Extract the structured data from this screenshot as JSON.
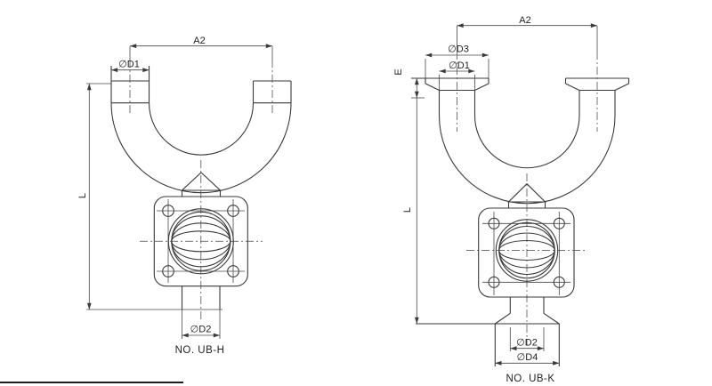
{
  "figures": {
    "ubh": {
      "caption": "NO. UB-H",
      "labels": {
        "a2": "A2",
        "d1": "∅D1",
        "d2": "∅D2",
        "l": "L"
      }
    },
    "ubk": {
      "caption": "NO. UB-K",
      "labels": {
        "a2": "A2",
        "d3": "∅D3",
        "d1": "∅D1",
        "e": "E",
        "l": "L",
        "d2": "∅D2",
        "d4": "∅D4"
      }
    }
  },
  "colors": {
    "line": "#3a3a3a",
    "text": "#222222",
    "background": "#ffffff"
  }
}
